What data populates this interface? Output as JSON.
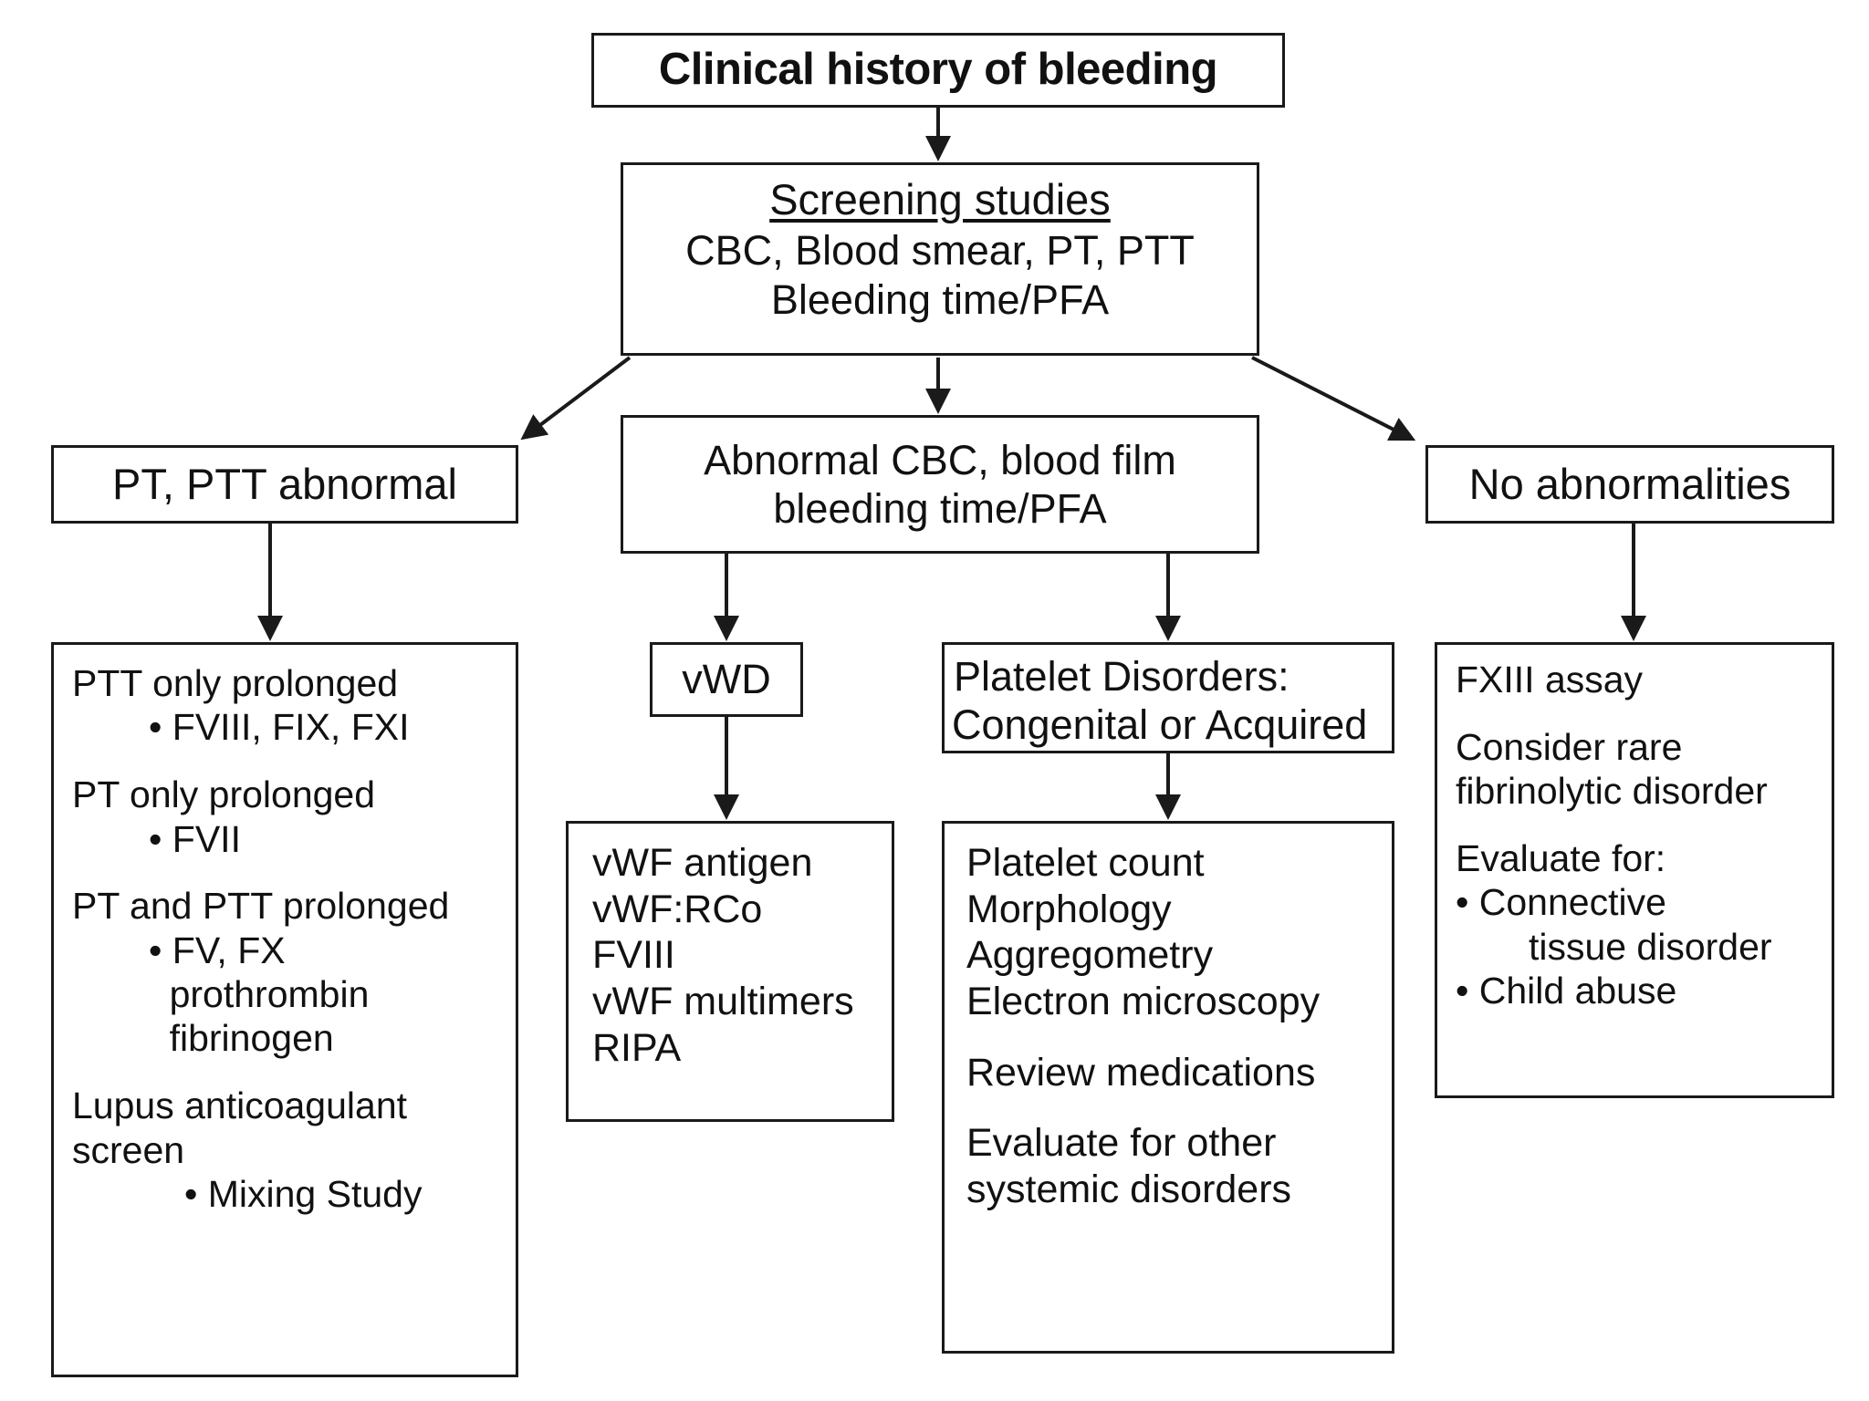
{
  "diagram": {
    "title": "Clinical history of bleeding",
    "nodes": {
      "root": {
        "label": "Clinical history of bleeding"
      },
      "screening": {
        "heading": "Screening studies",
        "line1": "CBC, Blood smear, PT, PTT",
        "line2": "Bleeding time/PFA"
      },
      "pt_ptt_abnormal": {
        "label": "PT, PTT abnormal"
      },
      "abnormal_cbc": {
        "line1": "Abnormal CBC, blood film",
        "line2": "bleeding time/PFA"
      },
      "no_abnormalities": {
        "label": "No abnormalities"
      },
      "coagulation_panel": {
        "group1_title": "PTT only prolonged",
        "group1_bullet": "• FVIII, FIX, FXI",
        "group2_title": "PT only prolonged",
        "group2_bullet": "• FVII",
        "group3_title": "PT and PTT prolonged",
        "group3_bullet": "• FV, FX",
        "group3_cont1": "prothrombin",
        "group3_cont2": "fibrinogen",
        "group4_title1": "Lupus anticoagulant",
        "group4_title2": "screen",
        "group4_bullet": "• Mixing Study"
      },
      "vwd": {
        "label": "vWD"
      },
      "vwf_tests": {
        "items": [
          "vWF antigen",
          "vWF:RCo",
          "FVIII",
          "vWF multimers",
          "RIPA"
        ]
      },
      "platelet_disorders": {
        "line1": "Platelet Disorders:",
        "line2": "Congenital or Acquired"
      },
      "platelet_tests": {
        "items": [
          "Platelet count",
          "Morphology",
          "Aggregometry",
          "Electron microscopy"
        ],
        "extra1": "Review medications",
        "extra2_line1": "Evaluate for other",
        "extra2_line2": "systemic disorders"
      },
      "fxiii": {
        "assay": "FXIII assay",
        "consider_line1": "Consider rare",
        "consider_line2": "fibrinolytic disorder",
        "evaluate_title": "Evaluate for:",
        "evaluate_bullet1_line1": "• Connective",
        "evaluate_bullet1_line2": "tissue disorder",
        "evaluate_bullet2": "• Child abuse"
      }
    },
    "colors": {
      "border": "#1a1a1a",
      "text": "#111111",
      "background": "#ffffff"
    }
  }
}
